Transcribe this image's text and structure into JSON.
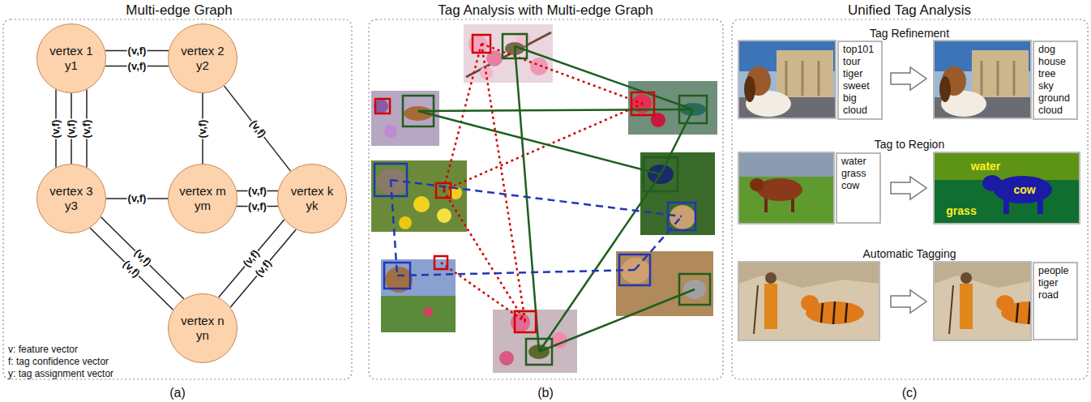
{
  "diagram": {
    "nodes": [
      {
        "text": [
          "Multi-edge Graph"
        ]
      },
      {
        "text": [
          "vertex 1",
          "y1"
        ],
        "in": 0
      },
      {
        "text": [
          "vertex 2",
          "y2"
        ],
        "in": 0
      },
      {
        "text": [
          "vertex 3",
          "y3"
        ],
        "in": 0
      },
      {
        "text": [
          "vertex m",
          "ym"
        ],
        "in": 0
      },
      {
        "text": [
          "vertex k",
          "yk"
        ],
        "in": 0
      },
      {
        "text": [
          "vertex n",
          "yn"
        ],
        "in": 0
      },
      {
        "text": [
          "Tag Analysis with Multi-edge Graph"
        ]
      },
      {
        "text": [
          "Unified Tag Analysis"
        ]
      },
      {
        "text": [
          "top101 tour tiger sweet big cloud"
        ],
        "in": 8
      },
      {
        "text": [
          "dog house tree sky ground cloud"
        ],
        "in": 8
      },
      {
        "text": [
          "water grass cow"
        ],
        "in": 8
      },
      {
        "text": [
          "people tiger road"
        ],
        "in": 8
      }
    ],
    "edges": [
      {
        "from": 1,
        "to": 2,
        "arrow": "none",
        "label": "(v,f)"
      },
      {
        "from": 1,
        "to": 2,
        "arrow": "none",
        "label": "(v,f)"
      },
      {
        "from": 1,
        "to": 3,
        "arrow": "none",
        "label": "(v,f)"
      },
      {
        "from": 1,
        "to": 3,
        "arrow": "none",
        "label": "(v,f)"
      },
      {
        "from": 1,
        "to": 3,
        "arrow": "none",
        "label": "(v,f)"
      },
      {
        "from": 2,
        "to": 4,
        "arrow": "none",
        "label": "(v,f)"
      },
      {
        "from": 2,
        "to": 5,
        "arrow": "none",
        "label": "(v,f)"
      },
      {
        "from": 3,
        "to": 4,
        "arrow": "none",
        "label": "(v,f)"
      },
      {
        "from": 4,
        "to": 5,
        "arrow": "none",
        "label": "(v,f)"
      },
      {
        "from": 4,
        "to": 5,
        "arrow": "none",
        "label": "(v,f)"
      },
      {
        "from": 3,
        "to": 6,
        "arrow": "none",
        "label": "(v,f)"
      },
      {
        "from": 3,
        "to": 6,
        "arrow": "none",
        "label": "(v,f)"
      },
      {
        "from": 6,
        "to": 5,
        "arrow": "none",
        "label": "(v,f)"
      },
      {
        "from": 6,
        "to": 5,
        "arrow": "none",
        "label": "(v,f)"
      }
    ],
    "labels": [
      "v: feature vector",
      "f: tag confidence vector",
      "y: tag assignment vector",
      "(a)",
      "(b)",
      "(c)",
      "Tag Refinement",
      "Tag to Region",
      "Automatic Tagging",
      "water",
      "cow",
      "grass"
    ]
  }
}
